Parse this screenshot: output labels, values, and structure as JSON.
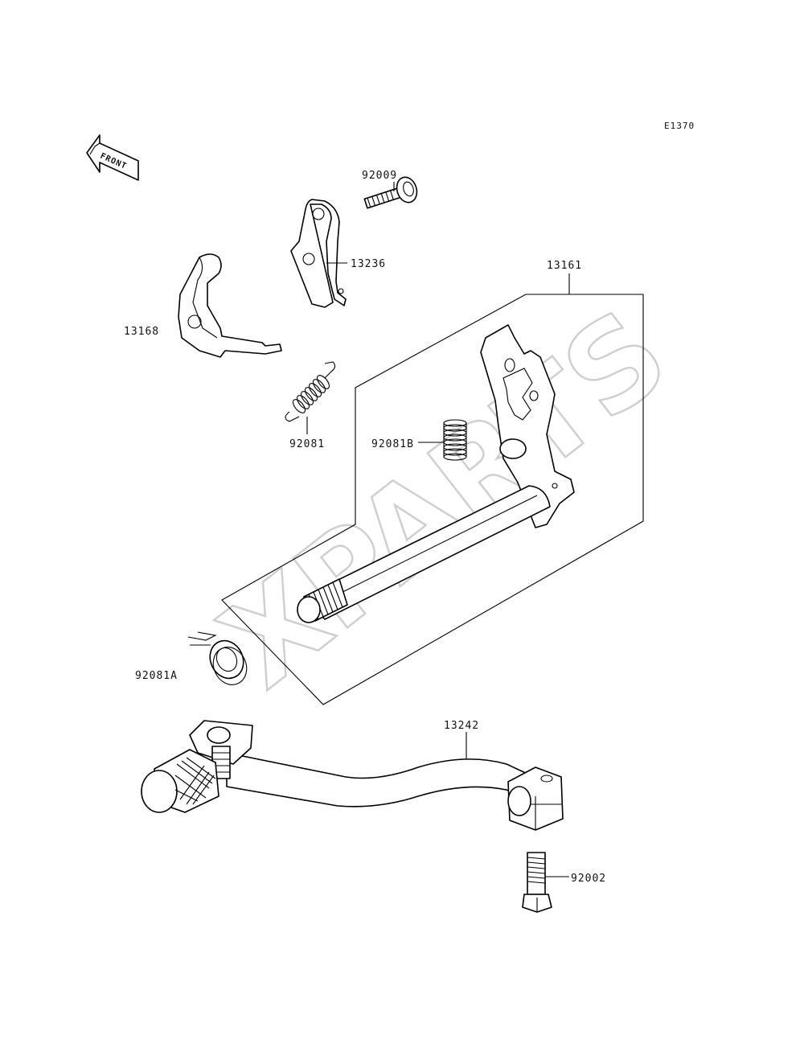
{
  "diagram_code": "E1370",
  "front_marker": "FRONT",
  "watermark": "XPARTS",
  "callouts": {
    "p92009": "92009",
    "p13236": "13236",
    "p13161": "13161",
    "p13168": "13168",
    "p92081": "92081",
    "p92081B": "92081B",
    "p92081A": "92081A",
    "p13242": "13242",
    "p92002": "92002"
  }
}
